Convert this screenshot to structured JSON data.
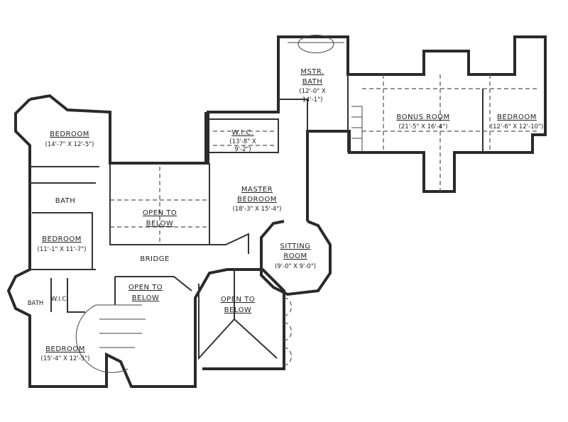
{
  "rooms": [
    {
      "name": "BEDROOM",
      "dims": "(14'-7\" X 12'-5\")"
    },
    {
      "name": "BATH",
      "dims": ""
    },
    {
      "name": "OPEN TO",
      "name2": "BELOW"
    },
    {
      "name": "BEDROOM",
      "dims": "(11'-1\" X 11'-7\")"
    },
    {
      "name": "BRIDGE"
    },
    {
      "name": "BATH"
    },
    {
      "name": "W.I.C."
    },
    {
      "name": "OPEN TO",
      "name2": "BELOW"
    },
    {
      "name": "OPEN TO",
      "name2": "BELOW"
    },
    {
      "name": "BEDROOM",
      "dims": "(15'-4\" X 12'-5\")"
    },
    {
      "name": "W.I.C.",
      "dims": "(13'-8\" X",
      "dims2": "9'-2\")"
    },
    {
      "name": "MASTER",
      "name2": "BEDROOM",
      "dims": "(18'-3\" X 15'-4\")"
    },
    {
      "name": "SITTING",
      "name2": "ROOM",
      "dims": "(9'-0\" X 9'-0\")"
    },
    {
      "name": "MSTR.",
      "name2": "BATH",
      "dims": "(12'-0\" X",
      "dims2": "14'-1\")"
    },
    {
      "name": "BONUS ROOM",
      "dims": "(21'-5\" X 16'-4\")"
    },
    {
      "name": "BEDROOM",
      "dims": "(12'-6\" X 12'-10\")"
    }
  ],
  "colors": {
    "line": "#2a2a2a",
    "background": "#ffffff"
  }
}
